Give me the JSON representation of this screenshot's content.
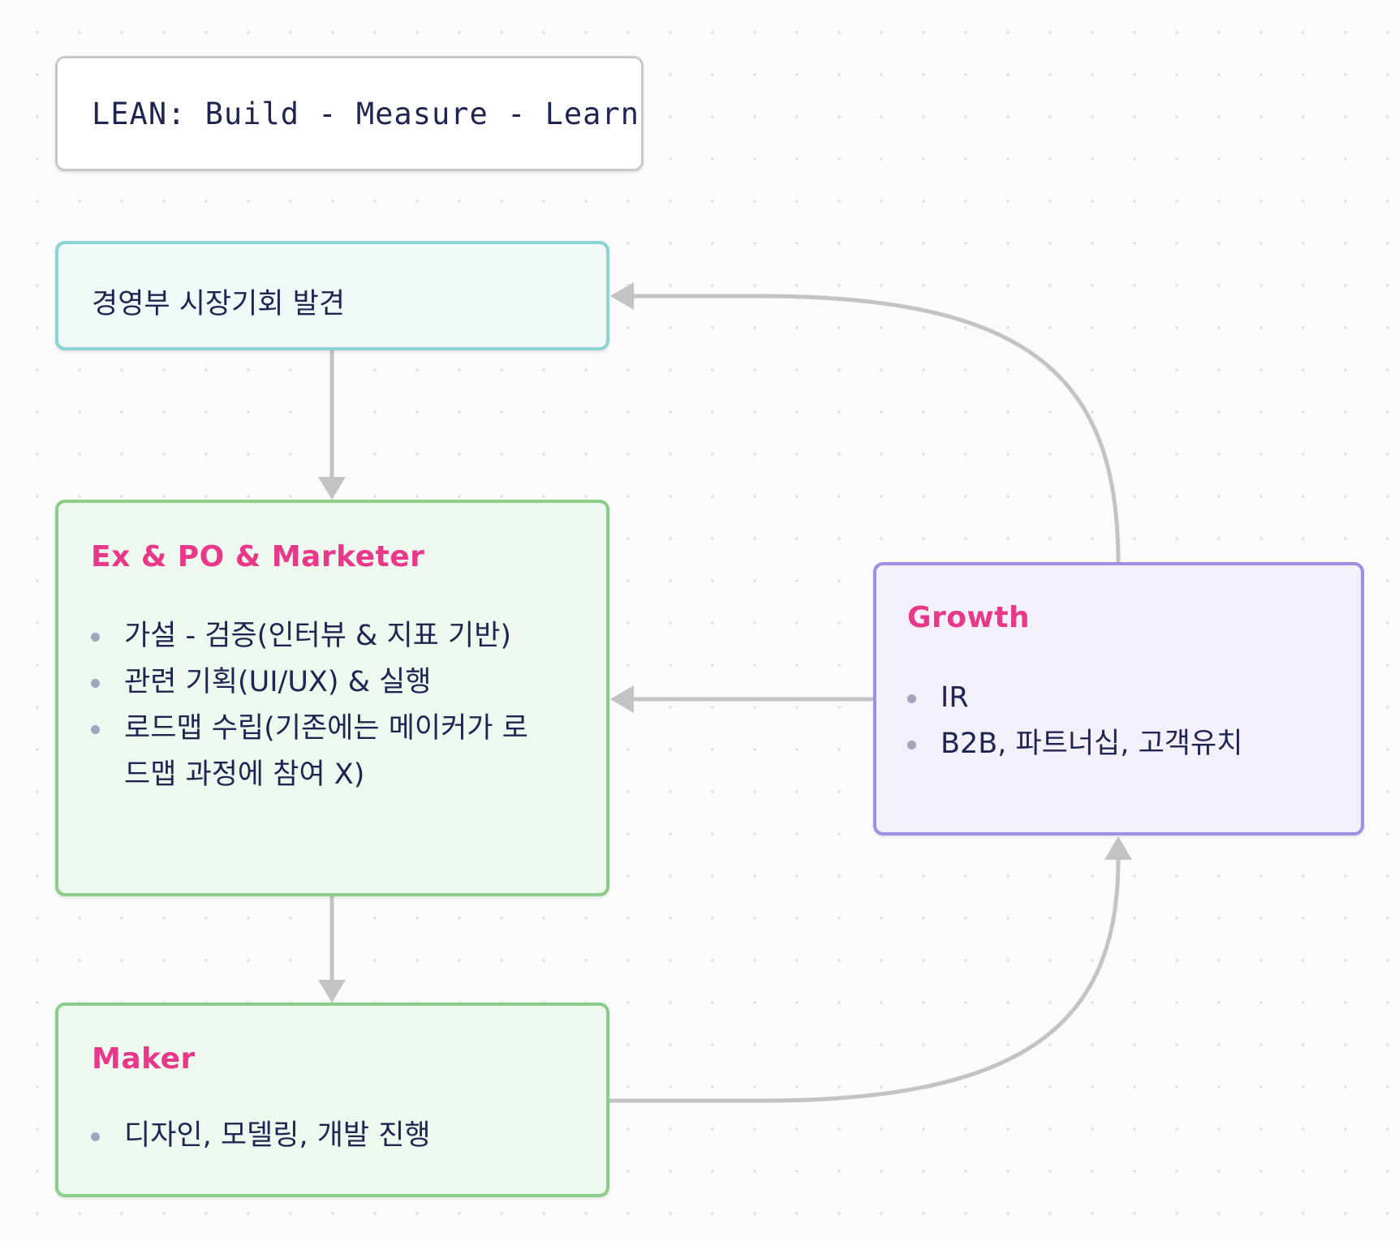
{
  "title": "LEAN: Build - Measure - Learn",
  "nodes": {
    "discover": {
      "label": "경영부 시장기회 발견"
    },
    "ex_po_marketer": {
      "heading": "Ex & PO & Marketer",
      "items": [
        "가설 - 검증(인터뷰 & 지표 기반)",
        "관련 기획(UI/UX) & 실행",
        "로드맵 수립(기존에는 메이커가 로",
        "드맵 과정에 참여 X)"
      ]
    },
    "maker": {
      "heading": "Maker",
      "items": [
        "디자인, 모델링, 개발 진행"
      ]
    },
    "growth": {
      "heading": "Growth",
      "items": [
        "IR",
        "B2B, 파트너십, 고객유치"
      ]
    }
  },
  "edges": [
    {
      "from": "discover",
      "to": "ex_po_marketer"
    },
    {
      "from": "ex_po_marketer",
      "to": "maker"
    },
    {
      "from": "maker",
      "to": "growth"
    },
    {
      "from": "growth",
      "to": "ex_po_marketer"
    },
    {
      "from": "growth",
      "to": "discover"
    }
  ],
  "colors": {
    "background": "#fbfbfd",
    "grid_dot": "#d9dbe3",
    "text": "#1f2551",
    "heading_accent": "#e8388a",
    "connector": "#c3c3c3",
    "discover_border": "#8ad4d4",
    "discover_fill": "#f0f8f8",
    "green_border": "#8acd89",
    "green_fill": "#eff8ef",
    "growth_border": "#a08ee6",
    "growth_fill": "#f3f0fa",
    "bullet": "#a1a4be"
  }
}
